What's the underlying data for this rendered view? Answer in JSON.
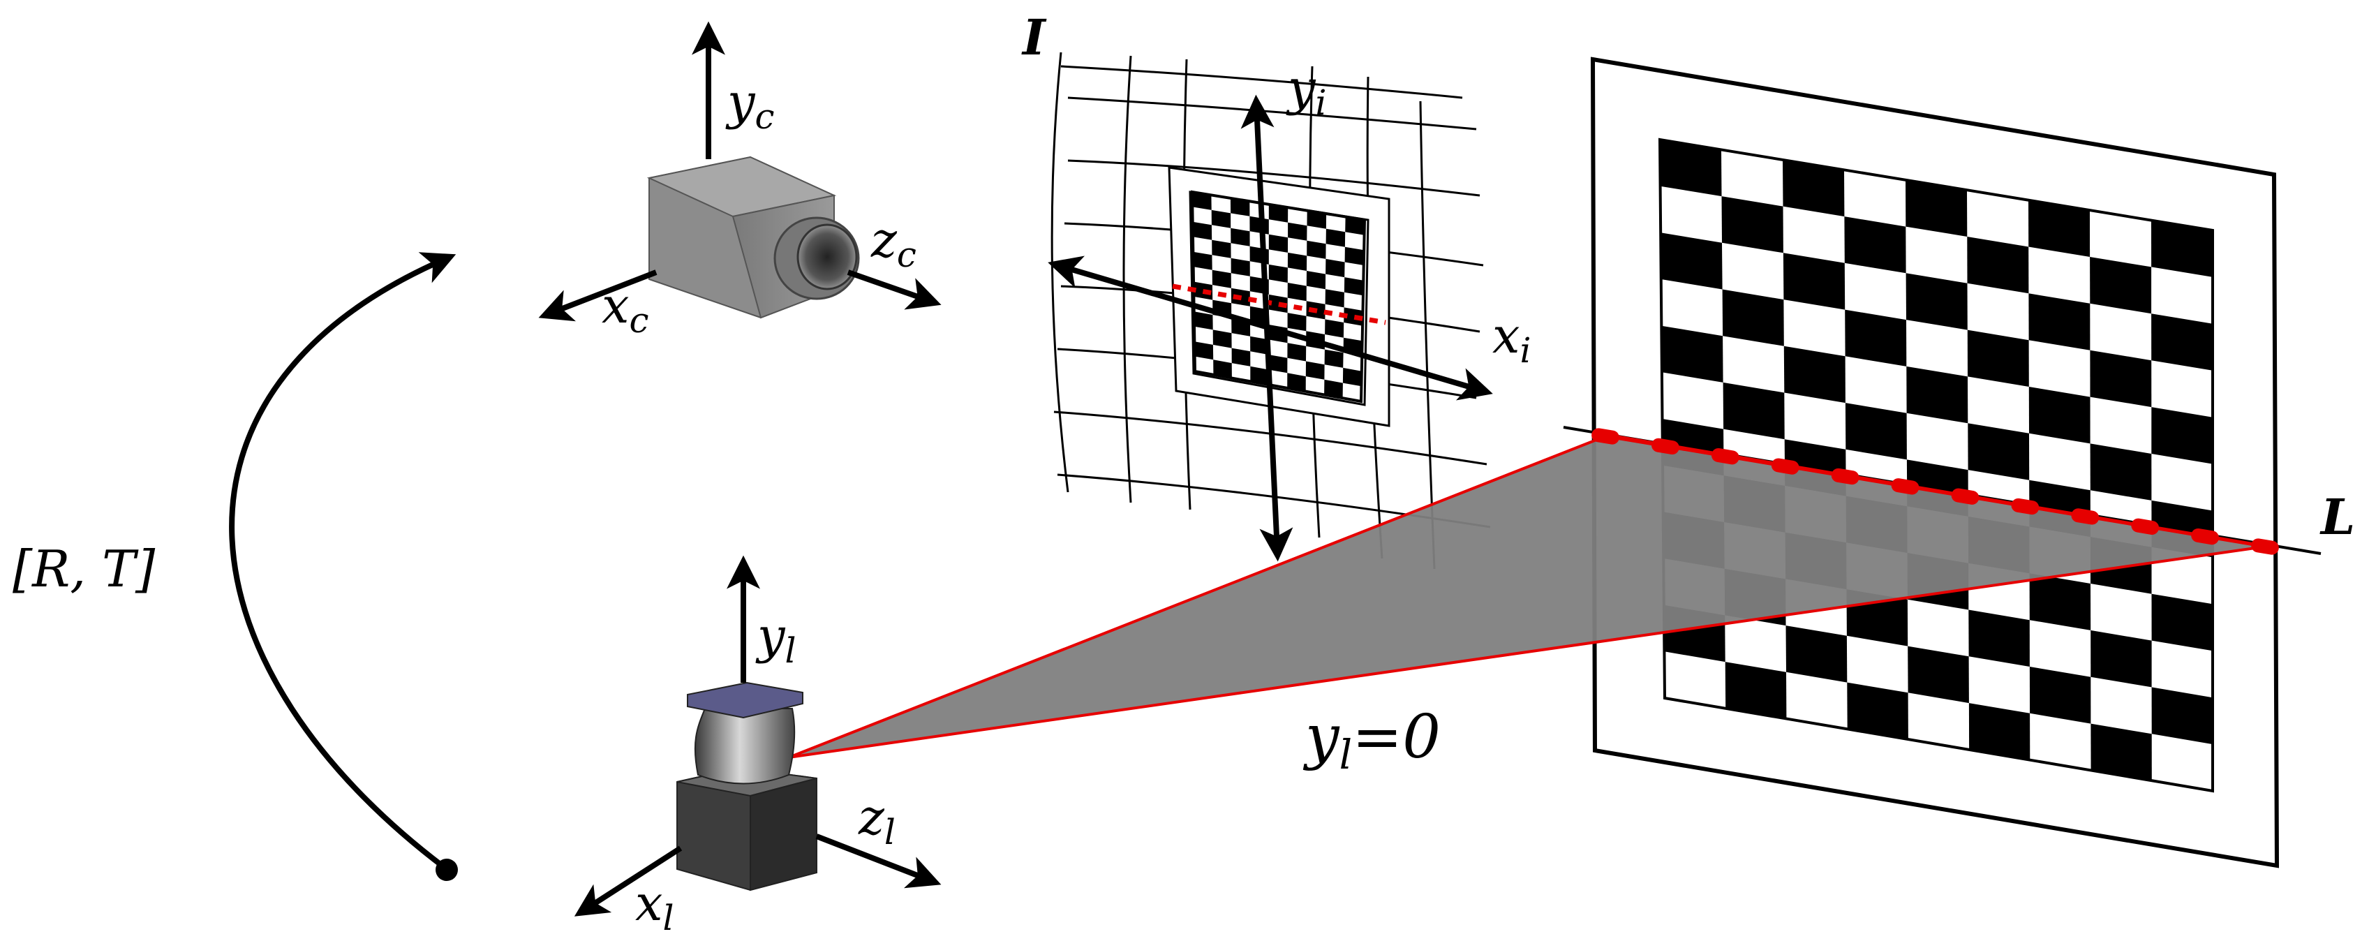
{
  "labels": {
    "transform": "[R, T]",
    "camera_y": "y",
    "camera_y_sub": "c",
    "camera_x": "x",
    "camera_x_sub": "c",
    "camera_z": "z",
    "camera_z_sub": "c",
    "image_plane": "I",
    "image_y": "y",
    "image_y_sub": "i",
    "image_x": "x",
    "image_x_sub": "i",
    "lidar_y": "y",
    "lidar_y_sub": "l",
    "lidar_x": "x",
    "lidar_x_sub": "l",
    "lidar_z": "z",
    "lidar_z_sub": "l",
    "scan_plane_eq": "=0",
    "scan_plane_var": "y",
    "scan_plane_sub": "l",
    "scan_line": "L"
  },
  "colors": {
    "ink": "#000000",
    "scan_red": "#e60000",
    "scan_fill": "#808080",
    "camera_body": "#8f8f8f",
    "lidar_body": "#4a4a4a",
    "lidar_cap": "#5b5b8a"
  },
  "icons": {
    "camera": "camera-icon",
    "lidar": "lidar-sensor-icon"
  },
  "board": {
    "rows": 12,
    "cols": 9
  }
}
